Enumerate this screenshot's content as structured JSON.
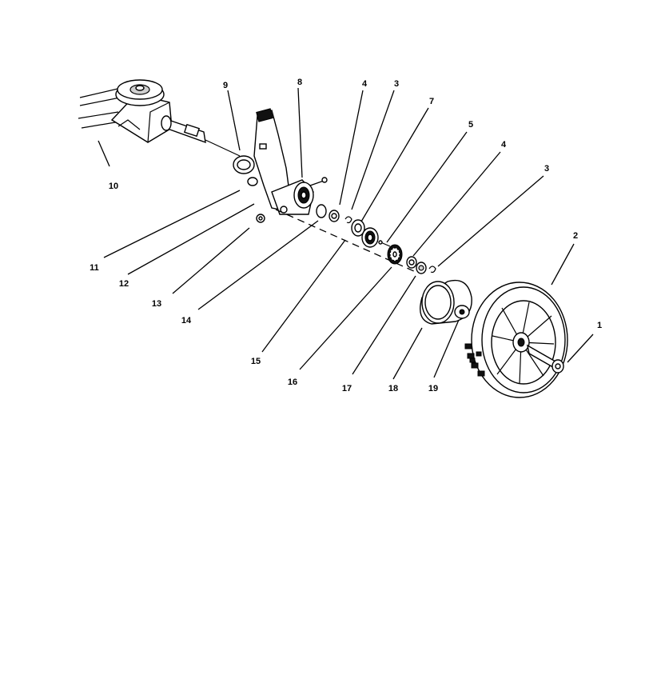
{
  "diagram": {
    "callouts": [
      {
        "id": "c1",
        "label": "1"
      },
      {
        "id": "c2",
        "label": "2"
      },
      {
        "id": "c3a",
        "label": "3"
      },
      {
        "id": "c3b",
        "label": "3"
      },
      {
        "id": "c4a",
        "label": "4"
      },
      {
        "id": "c4b",
        "label": "4"
      },
      {
        "id": "c5",
        "label": "5"
      },
      {
        "id": "c7",
        "label": "7"
      },
      {
        "id": "c8",
        "label": "8"
      },
      {
        "id": "c9",
        "label": "9"
      },
      {
        "id": "c10",
        "label": "10"
      },
      {
        "id": "c11",
        "label": "11"
      },
      {
        "id": "c12",
        "label": "12"
      },
      {
        "id": "c13",
        "label": "13"
      },
      {
        "id": "c14",
        "label": "14"
      },
      {
        "id": "c15",
        "label": "15"
      },
      {
        "id": "c16",
        "label": "16"
      },
      {
        "id": "c17",
        "label": "17"
      },
      {
        "id": "c18",
        "label": "18"
      },
      {
        "id": "c19",
        "label": "19"
      }
    ]
  }
}
